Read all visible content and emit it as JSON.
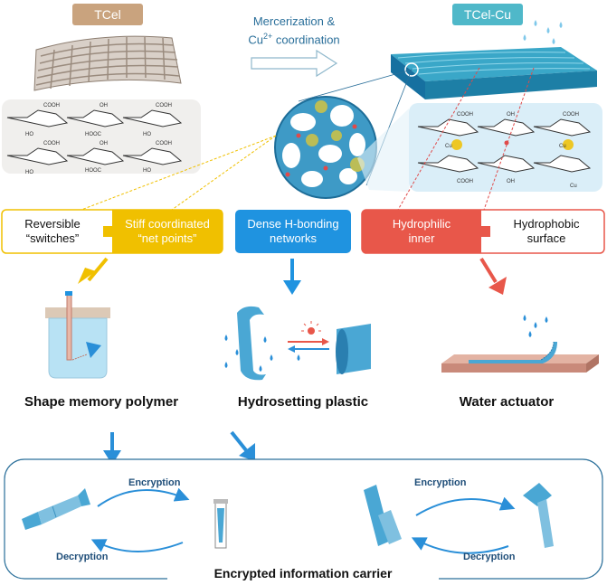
{
  "top": {
    "tcel_label": "TCel",
    "tcelcu_label": "TCel-Cu",
    "process_line1": "Mercerization &",
    "process_line2_pre": "Cu",
    "process_line2_sup": "2+",
    "process_line2_post": " coordination"
  },
  "boxes": {
    "reversible": [
      "Reversible",
      "“switches”"
    ],
    "stiff": [
      "Stiff coordinated",
      "“net points”"
    ],
    "dense": [
      "Dense H-bonding",
      "networks"
    ],
    "hydrophilic": [
      "Hydrophilic",
      "inner"
    ],
    "hydrophobic": [
      "Hydrophobic",
      "surface"
    ]
  },
  "applications": {
    "shape_memory": "Shape memory polymer",
    "hydrosetting": "Hydrosetting plastic",
    "water_actuator": "Water actuator"
  },
  "bottom": {
    "encryption_left": "Encryption",
    "decryption_left": "Decryption",
    "encryption_right": "Encryption",
    "decryption_right": "Decryption",
    "title": "Encrypted information carrier"
  },
  "colors": {
    "tcel": "#c9a37e",
    "tcelcu": "#4fb8c9",
    "yellow": "#f0c000",
    "blue": "#1f93e0",
    "red": "#e8574a",
    "navy": "#1f4e79"
  }
}
